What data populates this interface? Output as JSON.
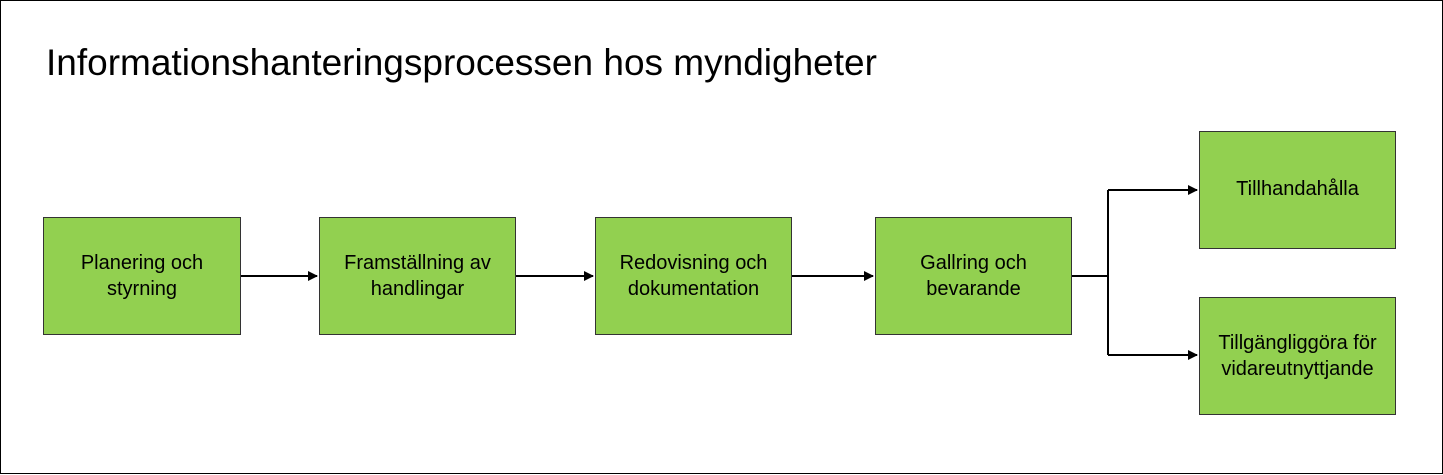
{
  "diagram": {
    "title": "Informationshanteringsprocessen hos myndigheter",
    "box_fill": "#92d050",
    "line_color": "#000000",
    "nodes": [
      {
        "id": "planering",
        "label": "Planering och\nstyrning"
      },
      {
        "id": "framstallning",
        "label": "Framställning av\nhandlingar"
      },
      {
        "id": "redovisning",
        "label": "Redovisning och\ndokumentation"
      },
      {
        "id": "gallring",
        "label": "Gallring och\nbevarande"
      },
      {
        "id": "tillhandahalla",
        "label": "Tillhandahålla"
      },
      {
        "id": "tillgangliggora",
        "label": "Tillgängliggöra för\nvidareutnyttjande"
      }
    ]
  }
}
